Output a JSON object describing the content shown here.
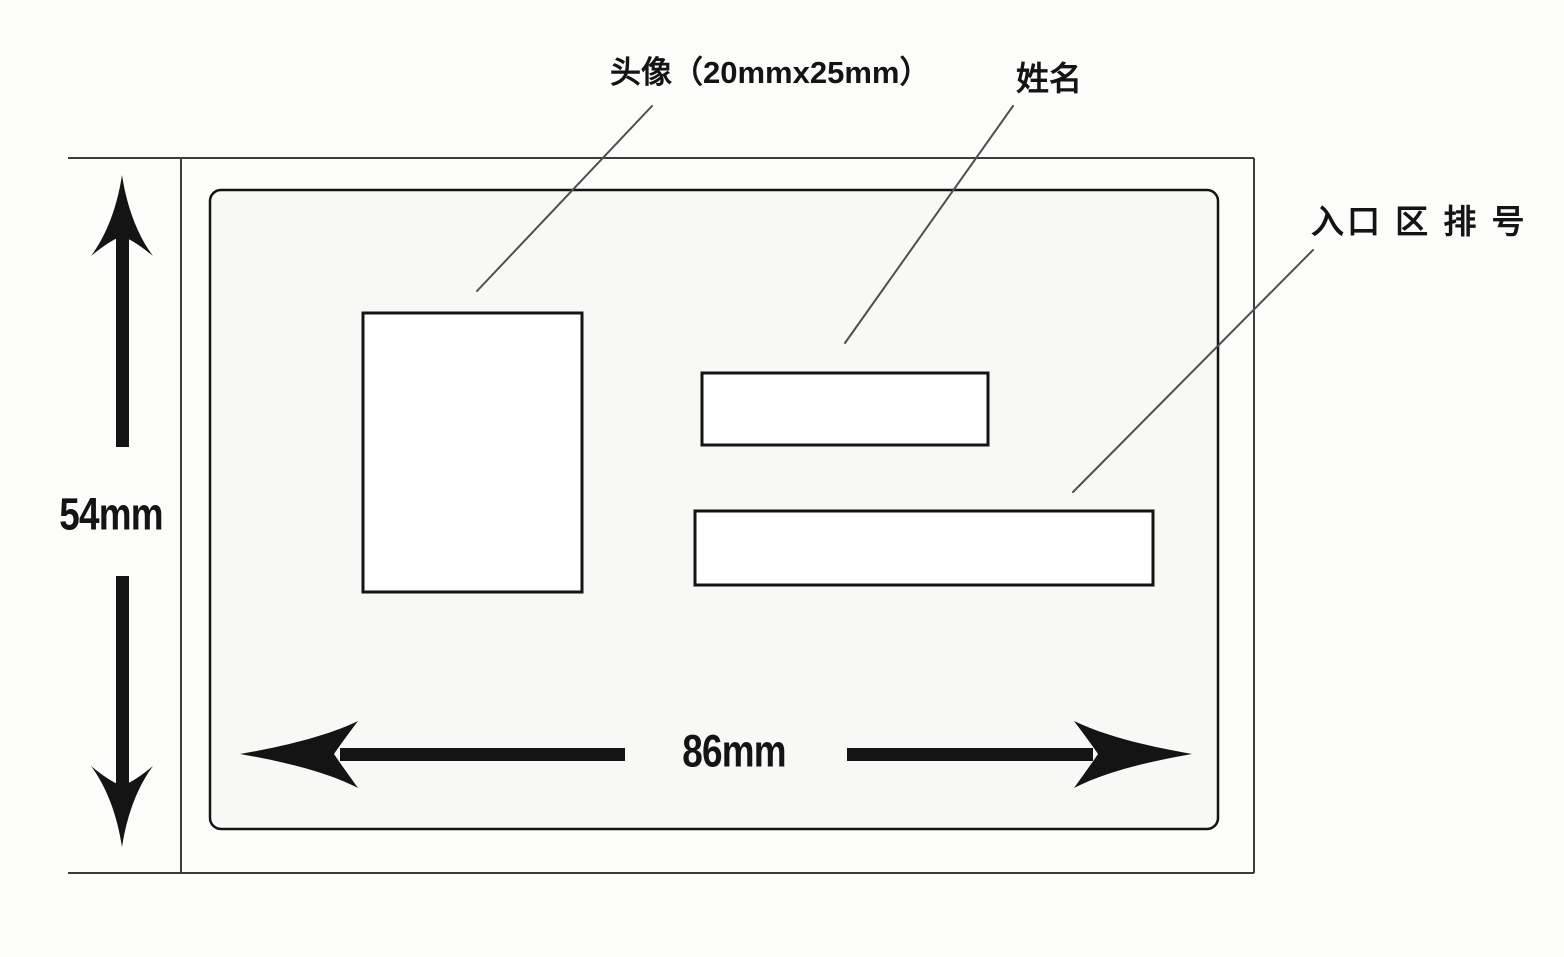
{
  "diagram": {
    "type": "badge-card-dimension-drawing",
    "annotations": {
      "photo": {
        "label": "头像（20mmx25mm）"
      },
      "name": {
        "label": "姓名"
      },
      "entrance": {
        "label": "入口 区 排 号"
      }
    },
    "dimensions": {
      "height": {
        "label": "54mm"
      },
      "width": {
        "label": "86mm"
      }
    },
    "colors": {
      "background": "#fcfcfb",
      "card_fill": "#f8f8f6",
      "box_fill": "#ffffff",
      "ink": "#141414",
      "frame_line": "#3c3c3c",
      "leader_line": "#4f4f4f"
    }
  }
}
